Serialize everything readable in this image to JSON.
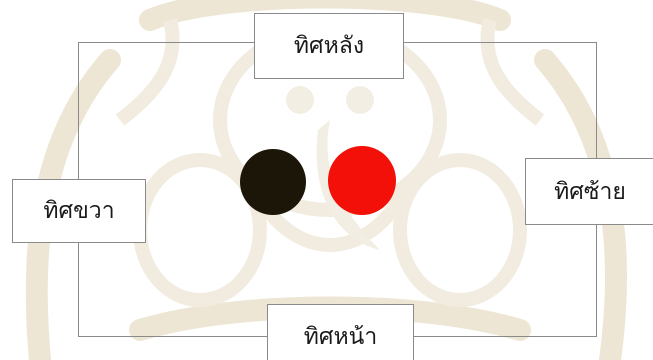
{
  "diagram": {
    "labels": {
      "top": "ทิศหลัง",
      "left": "ทิศขวา",
      "right": "ทิศซ้าย",
      "bottom": "ทิศหน้า"
    },
    "dots": {
      "left_color": "#1c1608",
      "right_color": "#f21008"
    },
    "frame_color": "#8a8a8a",
    "background_color": "#ffffff"
  }
}
